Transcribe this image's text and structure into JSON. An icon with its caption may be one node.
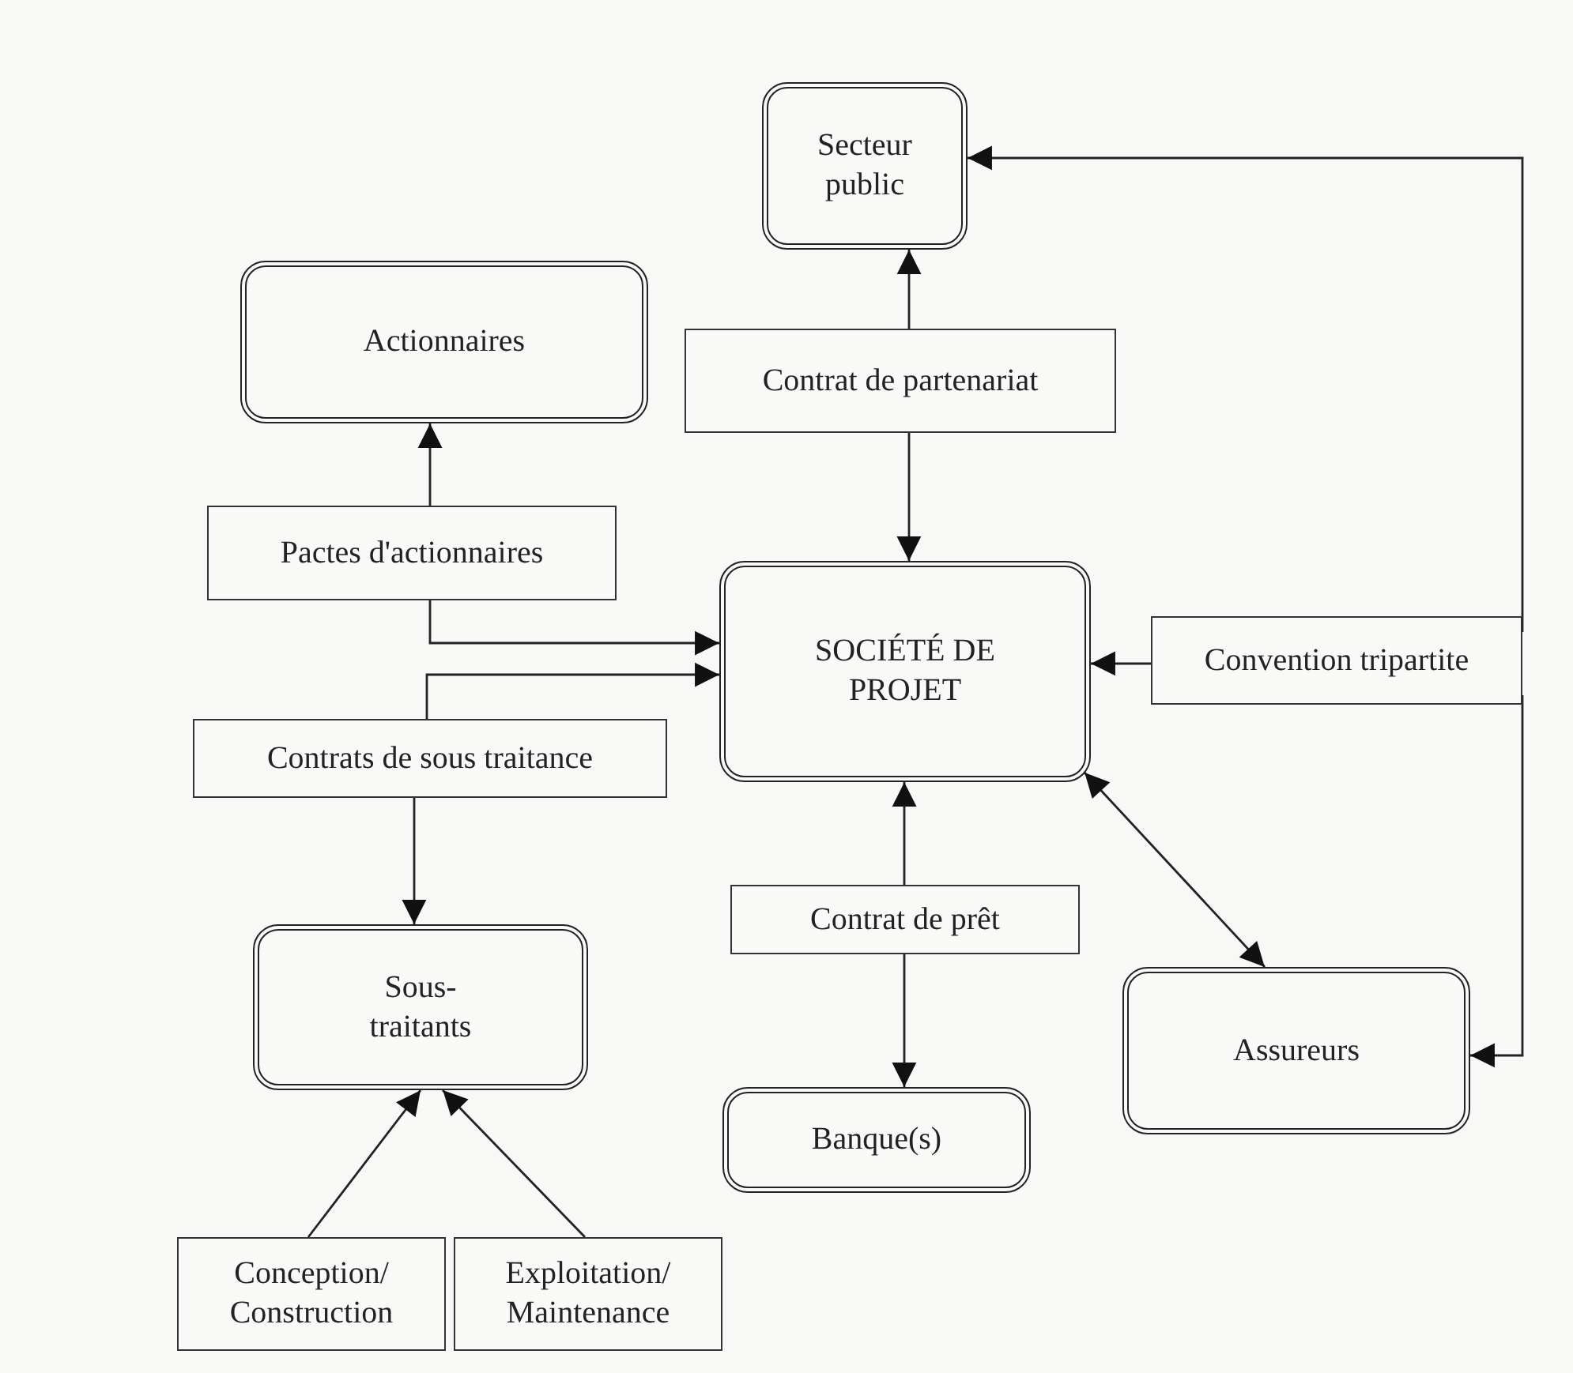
{
  "diagram": {
    "nodes": [
      {
        "text": [
          "Secteur public"
        ]
      },
      {
        "text": [
          "Actionnaires"
        ]
      },
      {
        "text": [
          "Contrat de partenariat"
        ]
      },
      {
        "text": [
          "Pactes d'actionnaires"
        ]
      },
      {
        "text": [
          "SOCIÉTÉ DE PROJET"
        ]
      },
      {
        "text": [
          "Convention tripartite"
        ]
      },
      {
        "text": [
          "Contrats de sous traitance"
        ]
      },
      {
        "text": [
          "Contrat de prêt"
        ]
      },
      {
        "text": [
          "Sous- traitants"
        ]
      },
      {
        "text": [
          "Assureurs"
        ]
      },
      {
        "text": [
          "Banque(s)"
        ]
      },
      {
        "text": [
          "Conception/ Construction"
        ]
      },
      {
        "text": [
          "Exploitation/ Maintenance"
        ]
      }
    ],
    "edges": [
      {
        "from": 2,
        "to": 0,
        "arrow": "to"
      },
      {
        "from": 2,
        "to": 4,
        "arrow": "to"
      },
      {
        "from": 3,
        "to": 1,
        "arrow": "to"
      },
      {
        "from": 3,
        "to": 4,
        "arrow": "to"
      },
      {
        "from": 6,
        "to": 4,
        "arrow": "to"
      },
      {
        "from": 6,
        "to": 8,
        "arrow": "to"
      },
      {
        "from": 7,
        "to": 4,
        "arrow": "to"
      },
      {
        "from": 7,
        "to": 10,
        "arrow": "to"
      },
      {
        "from": 5,
        "to": 4,
        "arrow": "to"
      },
      {
        "from": 5,
        "to": 0,
        "arrow": "to"
      },
      {
        "from": 5,
        "to": 9,
        "arrow": "to"
      },
      {
        "from": 4,
        "to": 9,
        "arrow": "both"
      },
      {
        "from": 11,
        "to": 8,
        "arrow": "to"
      },
      {
        "from": 12,
        "to": 8,
        "arrow": "to"
      }
    ]
  }
}
